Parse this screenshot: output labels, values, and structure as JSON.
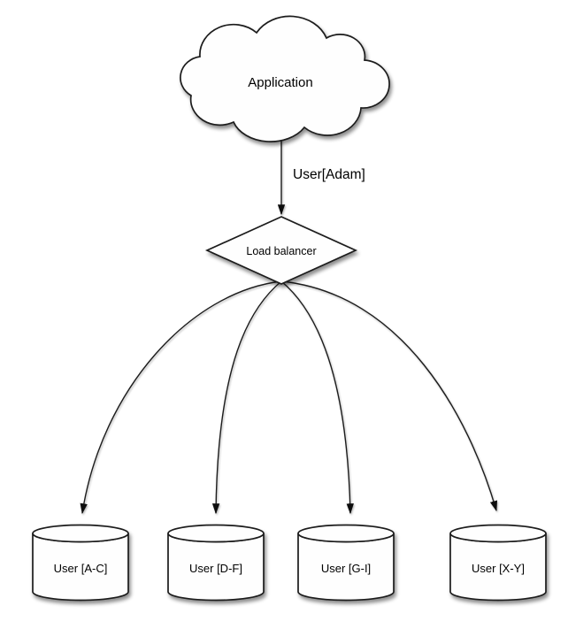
{
  "diagram": {
    "background_color": "#ffffff",
    "stroke_color": "#1a1a1a",
    "shape_fill_color": "#fefefe",
    "text_color": "#000000",
    "nodes": {
      "application": {
        "shape": "cloud",
        "label": "Application"
      },
      "load_balancer": {
        "shape": "diamond",
        "label": "Load balancer"
      },
      "databases": [
        {
          "shape": "cylinder",
          "label": "User [A-C]"
        },
        {
          "shape": "cylinder",
          "label": "User [D-F]"
        },
        {
          "shape": "cylinder",
          "label": "User [G-I]"
        },
        {
          "shape": "cylinder",
          "label": "User [X-Y]"
        }
      ]
    },
    "edges": [
      {
        "from": "application",
        "to": "load_balancer",
        "label": "User[Adam]"
      },
      {
        "from": "load_balancer",
        "to": "databases.0",
        "label": ""
      },
      {
        "from": "load_balancer",
        "to": "databases.1",
        "label": ""
      },
      {
        "from": "load_balancer",
        "to": "databases.2",
        "label": ""
      },
      {
        "from": "load_balancer",
        "to": "databases.3",
        "label": ""
      }
    ]
  }
}
